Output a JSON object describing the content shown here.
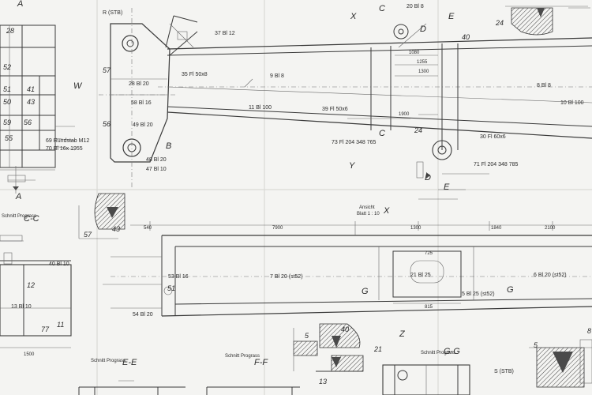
{
  "sections": {
    "cc_title": "C-C",
    "cc_sub": "Schnitt Prograss",
    "ee_title": "E-E",
    "ee_sub": "Schnitt Prograss",
    "ff_title": "F-F",
    "ff_sub": "Schnitt Prograss",
    "gg_title": "G-G",
    "gg_sub": "Schnitt Prograss",
    "ansicht_title": "Ansicht",
    "ansicht_sub": "Blatt 1 : 10",
    "view_x": "X",
    "view_y": "Y",
    "view_w": "W"
  },
  "markers": {
    "A": "A",
    "B": "B",
    "C": "C",
    "D": "D",
    "E": "E",
    "G": "G",
    "Z": "Z",
    "R": "R (STB)",
    "S": "S (STB)"
  },
  "parts": [
    "28",
    "52",
    "51",
    "50",
    "43",
    "41",
    "59",
    "56",
    "55",
    "69",
    "70",
    "57",
    "28",
    "35",
    "58",
    "56",
    "49",
    "48",
    "47",
    "37",
    "9",
    "11",
    "39",
    "73",
    "8",
    "10",
    "30",
    "71",
    "24",
    "20",
    "53",
    "51",
    "54",
    "7",
    "21",
    "5",
    "6",
    "40",
    "13",
    "77",
    "11",
    "12",
    "24",
    "57",
    "43",
    "40",
    "5",
    "21",
    "13",
    "5",
    "40",
    "8"
  ],
  "part_subs": {
    "p37": "37 Bl 12",
    "p35": "35 Fl 50x8",
    "p28": "28 Bl 20",
    "p58": "58 Bl 16",
    "p49": "49 Bl 20",
    "p48": "48 Bl 20",
    "p47": "47 Bl 10",
    "p9": "9 Bl 8",
    "p11": "11 Bl 100",
    "p39": "39 Fl 50x6",
    "p73": "73 Fl 204 348 765",
    "p8": "8 Bl 8",
    "p10": "10 Bl 100",
    "p30": "30 Fl 60x6",
    "p71": "71 Fl 204 348 785",
    "p53": "53 Bl 16",
    "p54": "54 Bl 20",
    "p7": "7 Bl 20 (st52)",
    "p21": "21 Bl 25",
    "p5": "5 Bl 25 (st52)",
    "p6": "6 Bl 20 (st52)",
    "p69": "69 Rundstab M12",
    "p70": "70 Bl 16x 1955",
    "p20": "20 Bl 8",
    "p40": "40 Bl 10",
    "p13": "13 Bl 10",
    "p77": "77",
    "p24": "24",
    "p57": "57",
    "p43": "43"
  },
  "dims": {
    "d7900": "7900",
    "d1300": "1300",
    "d2100": "2100",
    "d540": "540",
    "d1840": "1840",
    "d725": "725",
    "d815": "815",
    "d1255": "1255",
    "d1900": "1900",
    "d1080": "1080",
    "d1300b": "1300",
    "d1500": "1500"
  }
}
